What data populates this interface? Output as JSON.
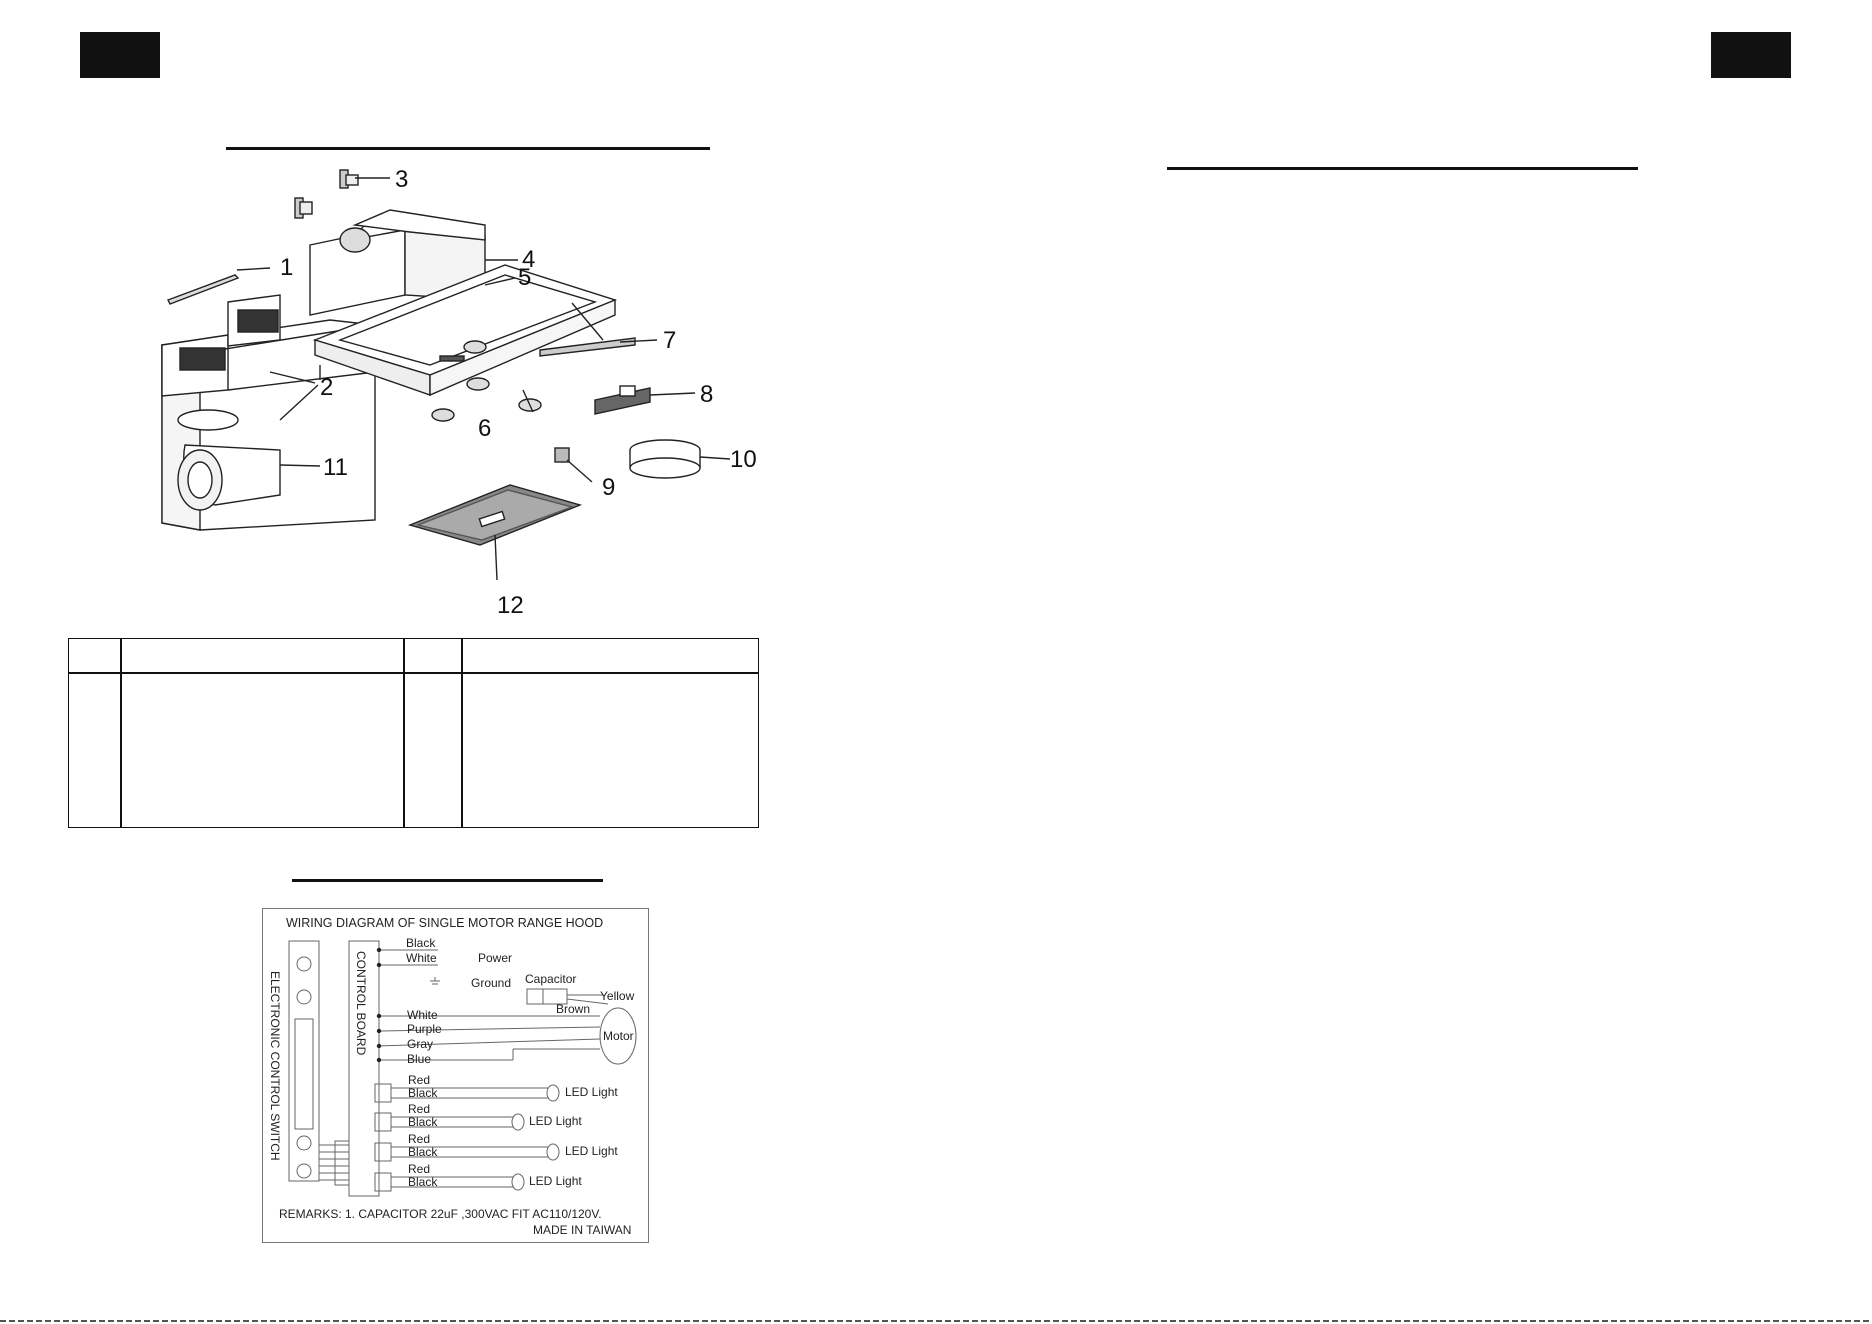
{
  "parts_diagram": {
    "callouts": [
      "1",
      "2",
      "3",
      "4",
      "5",
      "6",
      "7",
      "8",
      "9",
      "10",
      "11",
      "12"
    ]
  },
  "wiring": {
    "title": "WIRING DIAGRAM OF SINGLE MOTOR RANGE HOOD",
    "switch_label": "ELECTRONIC CONTROL SWITCH",
    "board_label": "CONTROL BOARD",
    "power_wires": [
      "Black",
      "White"
    ],
    "power_label": "Power",
    "ground_label": "Ground",
    "capacitor_label": "Capacitor",
    "capacitor_wires": [
      "Yellow",
      "Brown"
    ],
    "motor_wires": [
      "White",
      "Purple",
      "Gray",
      "Blue"
    ],
    "motor_label": "Motor",
    "led_groups": [
      {
        "wires": [
          "Red",
          "Black"
        ],
        "label": "LED Light"
      },
      {
        "wires": [
          "Red",
          "Black"
        ],
        "label": "LED Light"
      },
      {
        "wires": [
          "Red",
          "Black"
        ],
        "label": "LED Light"
      },
      {
        "wires": [
          "Red",
          "Black"
        ],
        "label": "LED Light"
      }
    ],
    "remarks": "REMARKS: 1. CAPACITOR 22uF ,300VAC  FIT AC110/120V.",
    "made_in": "MADE IN TAIWAN"
  }
}
